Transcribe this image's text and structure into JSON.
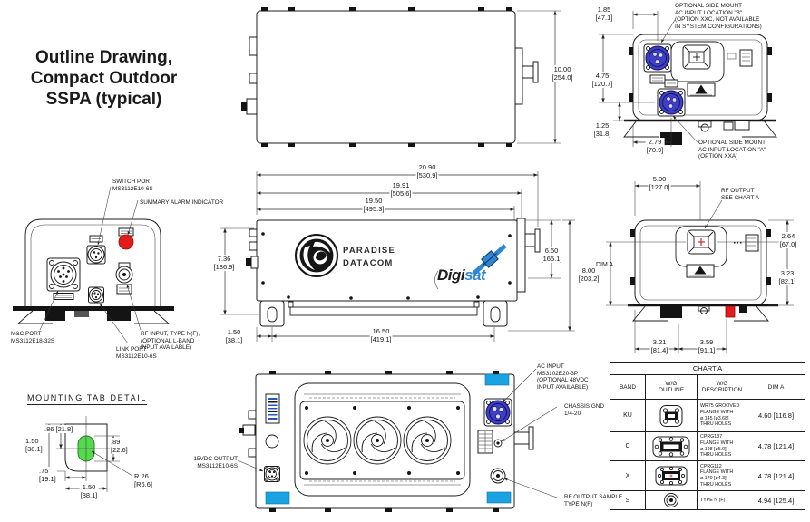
{
  "title": "Outline Drawing,\nCompact Outdoor\nSSPA (typical)",
  "top_view": {
    "height_dim": "10.00\n[254.0]"
  },
  "rear_ac_view": {
    "dim_185": "1.85\n[47.1]",
    "dim_475": "4.75\n[120.7]",
    "dim_125": "1.25\n[31.8]",
    "dim_279": "2.79\n[70.9]",
    "callout_location_b": "OPTIONAL SIDE MOUNT\nAC INPUT LOCATION \"B\"\n(OPTION XXC, NOT AVAILABLE\nIN SYSTEM CONFIGURATIONS)",
    "callout_location_a": "OPTIONAL SIDE MOUNT\nAC INPUT LOCATION \"A\"\n(OPTION XXA)"
  },
  "front_view": {
    "callout_switch_port": "SWITCH PORT\nMS3112E10-6S",
    "callout_summary_alarm": "SUMMARY ALARM INDICATOR",
    "callout_mc_port": "M&C PORT\nMS3112E18-32S",
    "callout_link_port": "LINK PORT\nMS3112E10-6S",
    "callout_rf_input": "RF INPUT, TYPE N(F),\n(OPTIONAL L-BAND\nINPUT AVAILABLE)"
  },
  "side_view": {
    "dim_2090": "20.90\n[530.9]",
    "dim_1991": "19.91\n[505.6]",
    "dim_1950": "19.50\n[495.3]",
    "dim_736": "7.36\n[186.9]",
    "dim_650": "6.50\n[165.1]",
    "dim_800": "8.00\n[203.2]",
    "dim_150": "1.50\n[38.1]",
    "dim_1650": "16.50\n[419.1]",
    "logo_paradise": "PARADISE\nDATACOM",
    "logo_digi": "Digi",
    "logo_sat": "sat"
  },
  "rear_rf_view": {
    "dim_500": "5.00\n[127.0]",
    "callout_rf_output": "RF OUTPUT\nSEE CHART A",
    "dim_264": "2.64\n[67.0]",
    "dim_a_label": "DIM A",
    "dim_323": "3.23\n[82.1]",
    "dim_321": "3.21\n[81.4]",
    "dim_359": "3.59\n[91.1]"
  },
  "tab_detail": {
    "title": "MOUNTING TAB DETAIL",
    "dim_86": ".86 [21.8]",
    "dim_150_left": "1.50\n[38.1]",
    "dim_89": ".89\n[22.6]",
    "dim_75": ".75\n[19.1]",
    "dim_150_bottom": "1.50\n[38.1]",
    "dim_r26": "R.26\n[R6.6]"
  },
  "bottom_view": {
    "callout_15vdc": "15VDC OUTPUT\nMS3112E10-6S",
    "callout_ac_input": "AC INPUT\nMS3102E20-3P\n(OPTIONAL 48VDC\nINPUT AVAILABLE)",
    "callout_chassis_gnd": "CHASSIS GND\n1/4-20",
    "callout_rf_sample": "RF OUTPUT SAMPLE\nTYPE N(F)"
  },
  "chart_a": {
    "title": "CHART A",
    "headers": [
      "BAND",
      "W/G\nOUTLINE",
      "W/G\nDESCRIPTION",
      "DIM A"
    ],
    "rows": [
      {
        "band": "KU",
        "description": "WR75 GROOVED\nFLANGE WITH\nø.145 [ø3.68]\nTHRU HOLES",
        "dim_a": "4.60 [116.8]"
      },
      {
        "band": "C",
        "description": "CPRG137\nFLANGE WITH\nø.198 [ø5.0]\nTHRU HOLES",
        "dim_a": "4.78 [121.4]"
      },
      {
        "band": "X",
        "description": "CPRG112\nFLANGE WITH\nø.170 [ø4.3]\nTHRU HOLES",
        "dim_a": "4.78 [121.4]"
      },
      {
        "band": "S",
        "description": "TYPE N (F)",
        "dim_a": "4.94 [125.4]"
      }
    ]
  },
  "colors": {
    "connector_blue": "#3f3fc4",
    "accent_cyan": "#1aa3e3",
    "alarm_red": "#e41b1b",
    "slot_green": "#55d94f",
    "digisat_blue": "#2f86d2"
  }
}
